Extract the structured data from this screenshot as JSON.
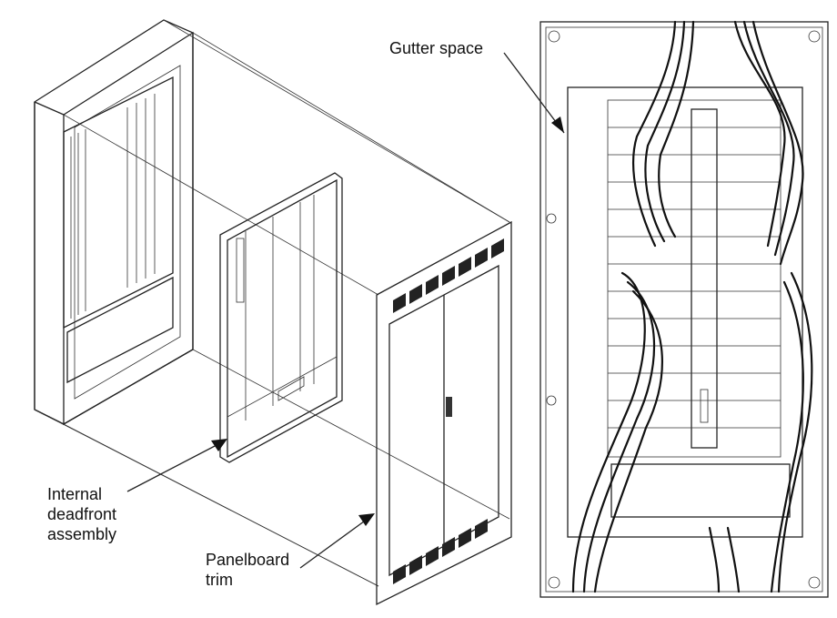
{
  "labels": {
    "gutter_space": "Gutter space",
    "internal_deadfront": "Internal\ndeadfront\nassembly",
    "panelboard_trim": "Panelboard\ntrim"
  }
}
